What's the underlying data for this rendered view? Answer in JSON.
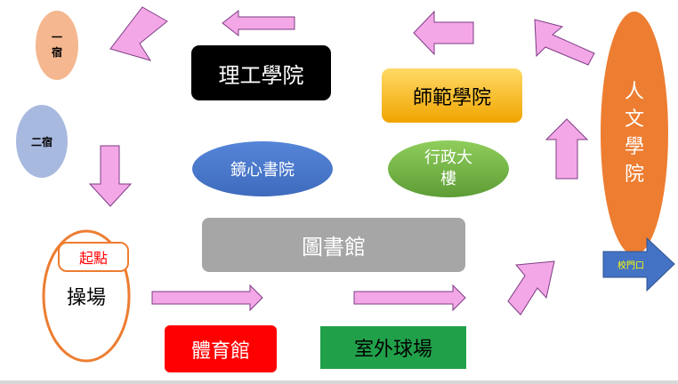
{
  "nodes": {
    "dorm1": "一\n宿",
    "dorm2": "二宿",
    "eng": "理工學院",
    "edu": "師範學院",
    "lib_small": "鏡心書院",
    "admin": "行政大\n樓",
    "library": "圖書館",
    "start": "起點",
    "playground": "操場",
    "gym": "體育館",
    "outdoor": "室外球場",
    "humanities": "人\n文\n學\n院",
    "gate": "校門口"
  },
  "colors": {
    "arrow": "#f4a7e6",
    "arrow_stroke": "#7d3c86",
    "dorm1": "#f4b78f",
    "dorm2": "#a8b9e0",
    "eng": "#000000",
    "edu": "#ffc000",
    "blue": "#4472c4",
    "green": "#70ad47",
    "gray": "#a6a6a6",
    "orange": "#ed7d31",
    "red": "#ff0000",
    "outdoor": "#21a04a"
  }
}
